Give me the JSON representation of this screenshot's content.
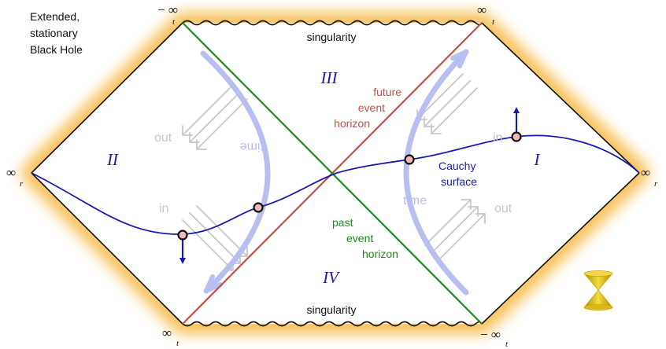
{
  "title_lines": [
    "Extended,",
    "stationary",
    "Black Hole"
  ],
  "regions": {
    "I": "I",
    "II": "II",
    "III": "III",
    "IV": "IV"
  },
  "singularity_top": "singularity",
  "singularity_bottom": "singularity",
  "future_horizon_lines": [
    "future",
    "event",
    "horizon"
  ],
  "past_horizon_lines": [
    "past",
    "event",
    "horizon"
  ],
  "cauchy_lines": [
    "Cauchy",
    "surface"
  ],
  "time_label": "time",
  "time_label_mirrored": "time",
  "in_label": "in",
  "out_label": "out",
  "infinity": {
    "symbol": "∞",
    "minus_symbol": "− ∞",
    "sub_t": "t",
    "sub_r": "r"
  },
  "colors": {
    "future_horizon": "#c0504d",
    "past_horizon": "#1a8c1a",
    "cauchy": "#1a1ab0",
    "time_arrow": "#b8bff0",
    "halo": "#f6b840",
    "inout_arrows": "#c8c8c8",
    "cone": "#e8c200"
  }
}
